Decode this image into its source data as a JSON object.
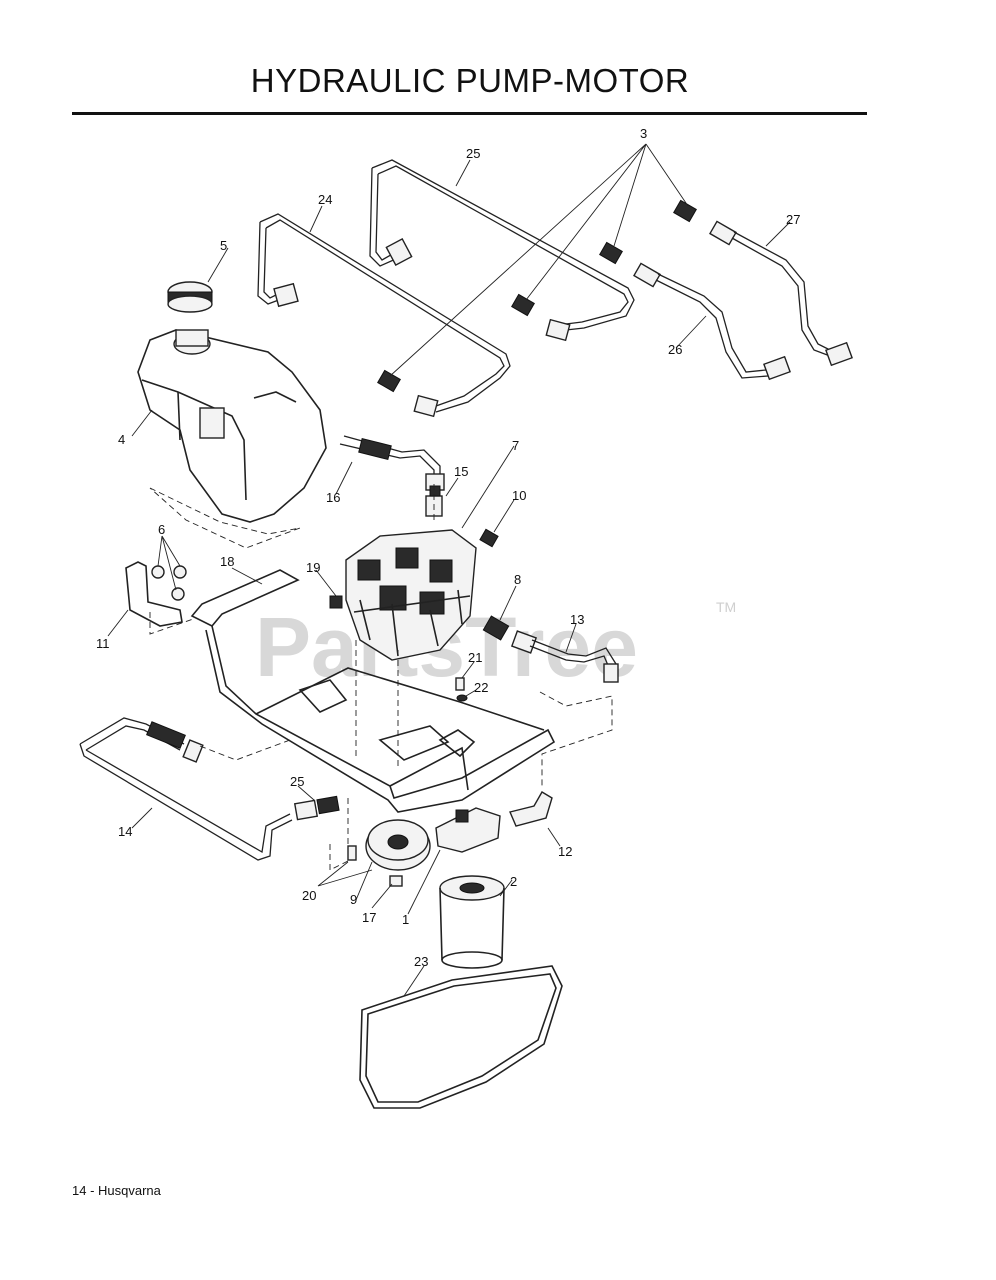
{
  "title": "HYDRAULIC PUMP-MOTOR",
  "footer": "14 - Husqvarna",
  "watermark": {
    "text": "PartsTree",
    "tm": "TM"
  },
  "callouts": [
    "1",
    "2",
    "3",
    "4",
    "5",
    "6",
    "7",
    "8",
    "9",
    "10",
    "11",
    "12",
    "13",
    "14",
    "15",
    "16",
    "17",
    "18",
    "19",
    "20",
    "21",
    "22",
    "23",
    "24",
    "25",
    "25",
    "26",
    "27"
  ]
}
